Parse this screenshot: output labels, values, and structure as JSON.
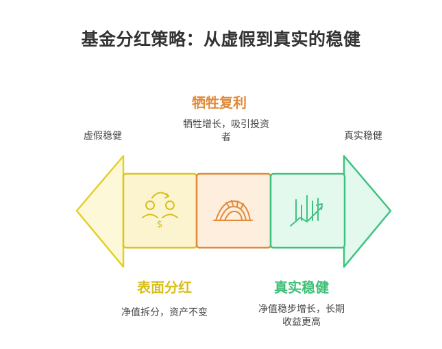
{
  "title": "基金分红策略：从虚假到真实的稳健",
  "left_end": {
    "label": "虚假稳健",
    "color": "#e3cf2a",
    "fill": "#fdf9d8"
  },
  "right_end": {
    "label": "真实稳健",
    "color": "#3fc27f",
    "fill": "#e3f9ee"
  },
  "stages": [
    {
      "id": "dividend",
      "heading": "表面分红",
      "description": "净值拆分，资产不变",
      "icon": "money-exchange-icon",
      "color": "#dcc51f",
      "fill": "#fbf4cf",
      "heading_color": "#d8bf1a"
    },
    {
      "id": "sacrifice",
      "heading": "牺牲复利",
      "description_lines": [
        "牺牲增长，吸引投资",
        "者"
      ],
      "icon": "snowball-icon",
      "color": "#e08a3a",
      "fill": "#fdeede",
      "heading_color": "#e08a3a"
    },
    {
      "id": "real",
      "heading": "真实稳健",
      "description_lines": [
        "净值稳步增长，长期",
        "收益更高"
      ],
      "icon": "growth-chart-icon",
      "color": "#3fc27f",
      "fill": "#e3f9ee",
      "heading_color": "#3fbf78"
    }
  ]
}
